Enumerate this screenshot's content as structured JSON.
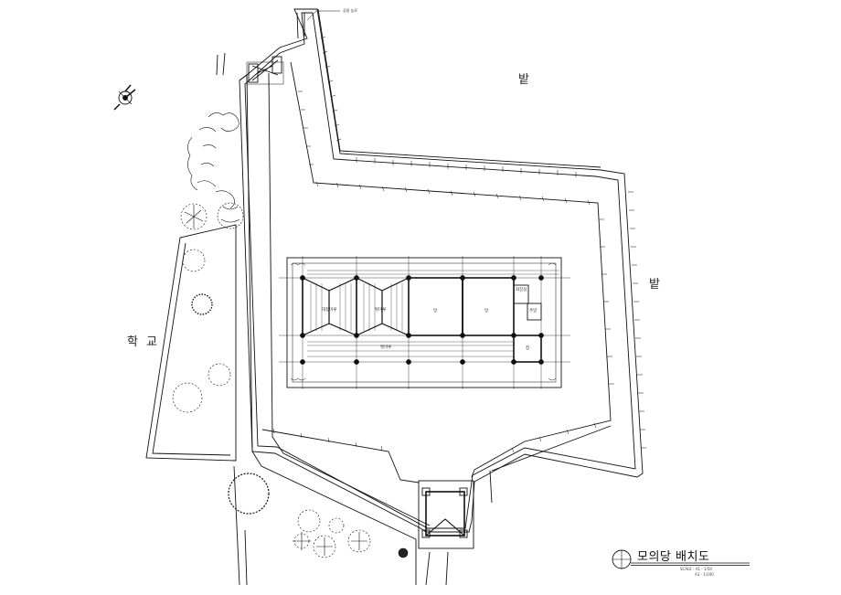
{
  "labels": {
    "field_top": "밭",
    "field_right": "밭",
    "school_1": "학",
    "school_2": "교",
    "road_note": "공용 농로"
  },
  "rooms": {
    "porch_left": "대청마루",
    "porch_mid": "툇마루",
    "room_1": "방",
    "room_2": "방",
    "bath": "화장실",
    "kitchen": "주방",
    "veranda": "툇마루",
    "storage": "창"
  },
  "title_block": {
    "title": "모의당 배치도",
    "scale_line_1": "SCALE : A1 - 1/50",
    "scale_line_2": "A3 - 1/100"
  }
}
